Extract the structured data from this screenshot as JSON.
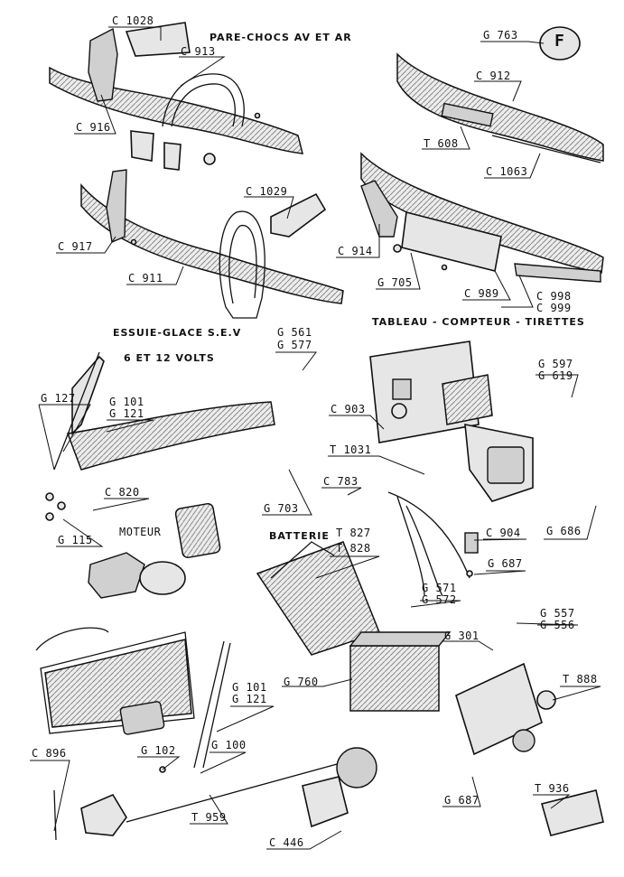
{
  "sections": {
    "bumpers": "PARE-CHOCS AV ET AR",
    "wiper": "ESSUIE-GLACE S.E.V",
    "wiper_volts": "6 ET 12 VOLTS",
    "dashboard": "TABLEAU - COMPTEUR - TIRETTES",
    "battery": "BATTERIE",
    "motor": "MOTEUR"
  },
  "badge": "F",
  "parts": {
    "c1028": "C 1028",
    "c913": "C 913",
    "c916": "C 916",
    "g763": "G 763",
    "c912": "C 912",
    "t608": "T 608",
    "c1063": "C 1063",
    "c1029": "C 1029",
    "c917": "C 917",
    "c911": "C 911",
    "c914": "C 914",
    "g705": "G 705",
    "c989": "C 989",
    "c998": "C 998",
    "c999": "C 999",
    "g561": "G 561",
    "g577": "G 577",
    "g597": "G 597",
    "g619": "G 619",
    "g127": "G 127",
    "g101a": "G 101",
    "g121a": "G 121",
    "c903": "C 903",
    "t1031": "T 1031",
    "c783": "C 783",
    "g703": "G 703",
    "c820": "C 820",
    "g115": "G 115",
    "t827": "T 827",
    "t828": "T 828",
    "c904": "C 904",
    "g686": "G 686",
    "g687a": "G 687",
    "g571": "G 571",
    "g572": "G 572",
    "g557": "G 557",
    "g556": "G 556",
    "g301": "G 301",
    "g760": "G 760",
    "g101b": "G 101",
    "g121b": "G 121",
    "t888": "T 888",
    "c896": "C 896",
    "g102": "G 102",
    "g100": "G 100",
    "t959": "T 959",
    "g687b": "G 687",
    "t936": "T 936",
    "c446": "C 446"
  }
}
